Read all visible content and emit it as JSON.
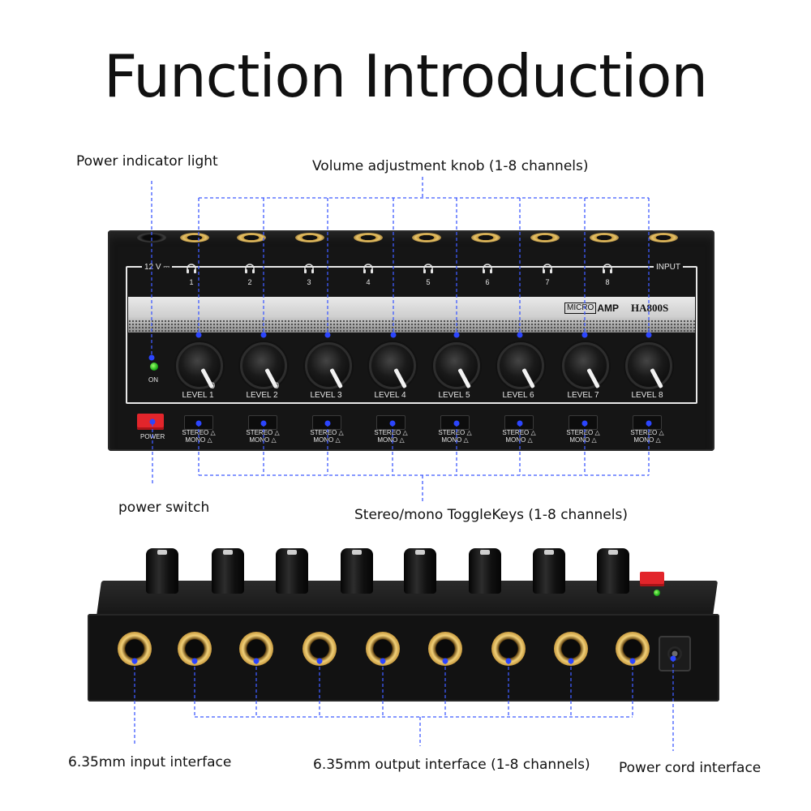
{
  "title": "Function Introduction",
  "callouts": {
    "power_indicator": "Power indicator light",
    "volume_knob": "Volume adjustment knob (1-8 channels)",
    "power_switch": "power switch",
    "toggle_keys": "Stereo/mono ToggleKeys (1-8 channels)",
    "input_interface": "6.35mm input interface",
    "output_interface": "6.35mm output interface (1-8 channels)",
    "power_cord": "Power cord interface"
  },
  "panel": {
    "voltage": "12 V ⎓",
    "input_label": "INPUT",
    "on_label": "ON",
    "power_label": "POWER",
    "brand_micro": "MICRO",
    "brand_amp": "AMP",
    "model": "HA800S",
    "knob_zero": "0",
    "toggle_stereo": "STEREO",
    "toggle_mono": "MONO",
    "channels": [
      "1",
      "2",
      "3",
      "4",
      "5",
      "6",
      "7",
      "8"
    ],
    "levels": [
      "LEVEL 1",
      "LEVEL 2",
      "LEVEL 3",
      "LEVEL 4",
      "LEVEL 5",
      "LEVEL 6",
      "LEVEL 7",
      "LEVEL 8"
    ]
  },
  "colors": {
    "guide": "#3f5bff",
    "panel": "#151515",
    "gold": "#e8c46a",
    "power_red": "#e2252b",
    "led_green": "#1fb01a"
  }
}
